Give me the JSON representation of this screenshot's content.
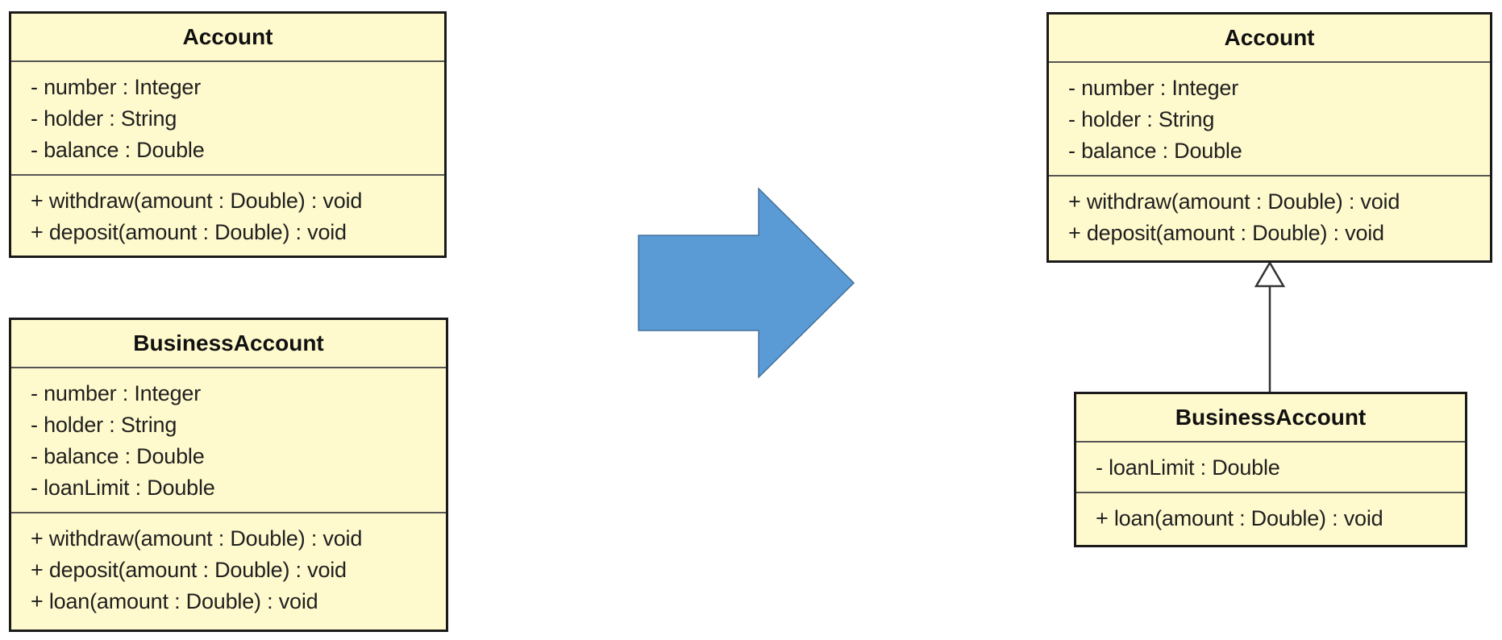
{
  "left": {
    "account": {
      "name": "Account",
      "attributes": [
        "- number : Integer",
        "- holder : String",
        "- balance : Double"
      ],
      "operations": [
        "+ withdraw(amount : Double) : void",
        "+ deposit(amount : Double) : void"
      ]
    },
    "business_account": {
      "name": "BusinessAccount",
      "attributes": [
        "- number : Integer",
        "- holder : String",
        "- balance : Double",
        "- loanLimit : Double"
      ],
      "operations": [
        "+ withdraw(amount : Double) : void",
        "+ deposit(amount : Double) : void",
        "+ loan(amount : Double) : void"
      ]
    }
  },
  "right": {
    "account": {
      "name": "Account",
      "attributes": [
        "- number : Integer",
        "- holder : String",
        "- balance : Double"
      ],
      "operations": [
        "+ withdraw(amount : Double) : void",
        "+ deposit(amount : Double) : void"
      ]
    },
    "business_account": {
      "name": "BusinessAccount",
      "attributes": [
        "- loanLimit : Double"
      ],
      "operations": [
        "+ loan(amount : Double) : void"
      ]
    }
  },
  "colors": {
    "class_fill": "#fffacd",
    "class_border": "#1a1a1a",
    "arrow_fill": "#5b9bd5",
    "arrow_stroke": "#41719c"
  },
  "icons": {
    "transform_arrow": "right-arrow-icon",
    "generalization": "hollow-triangle-arrowhead"
  }
}
